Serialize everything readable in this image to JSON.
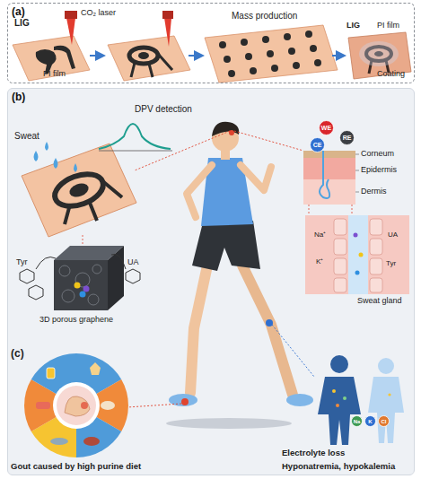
{
  "diagram": {
    "nodes": [
      {
        "text": [
          "(a)"
        ]
      },
      {
        "text": [
          "(b)"
        ]
      },
      {
        "text": [
          "WE"
        ],
        "in": 1
      },
      {
        "text": [
          "CE"
        ],
        "in": 1
      },
      {
        "text": [
          "RE"
        ],
        "in": 1
      },
      {
        "text": [
          "Na"
        ],
        "in": 1
      },
      {
        "text": [
          "K"
        ],
        "in": 1
      },
      {
        "text": [
          "Cl"
        ],
        "in": 1
      }
    ],
    "labels": [
      "LIG",
      "CO₂ laser",
      "PI film",
      "Mass production",
      "LIG",
      "PI film",
      "Coating",
      "DPV detection",
      "Sweat",
      "Tyr",
      "UA",
      "3D porous graphene",
      "Corneum",
      "Epidermis",
      "Dermis",
      "Na⁺",
      "K⁺",
      "UA",
      "Tyr",
      "Sweat gland",
      "(c)",
      "Gout caused by high purine diet",
      "Electrolyte loss",
      "Hyponatremia, hypokalemia"
    ]
  }
}
